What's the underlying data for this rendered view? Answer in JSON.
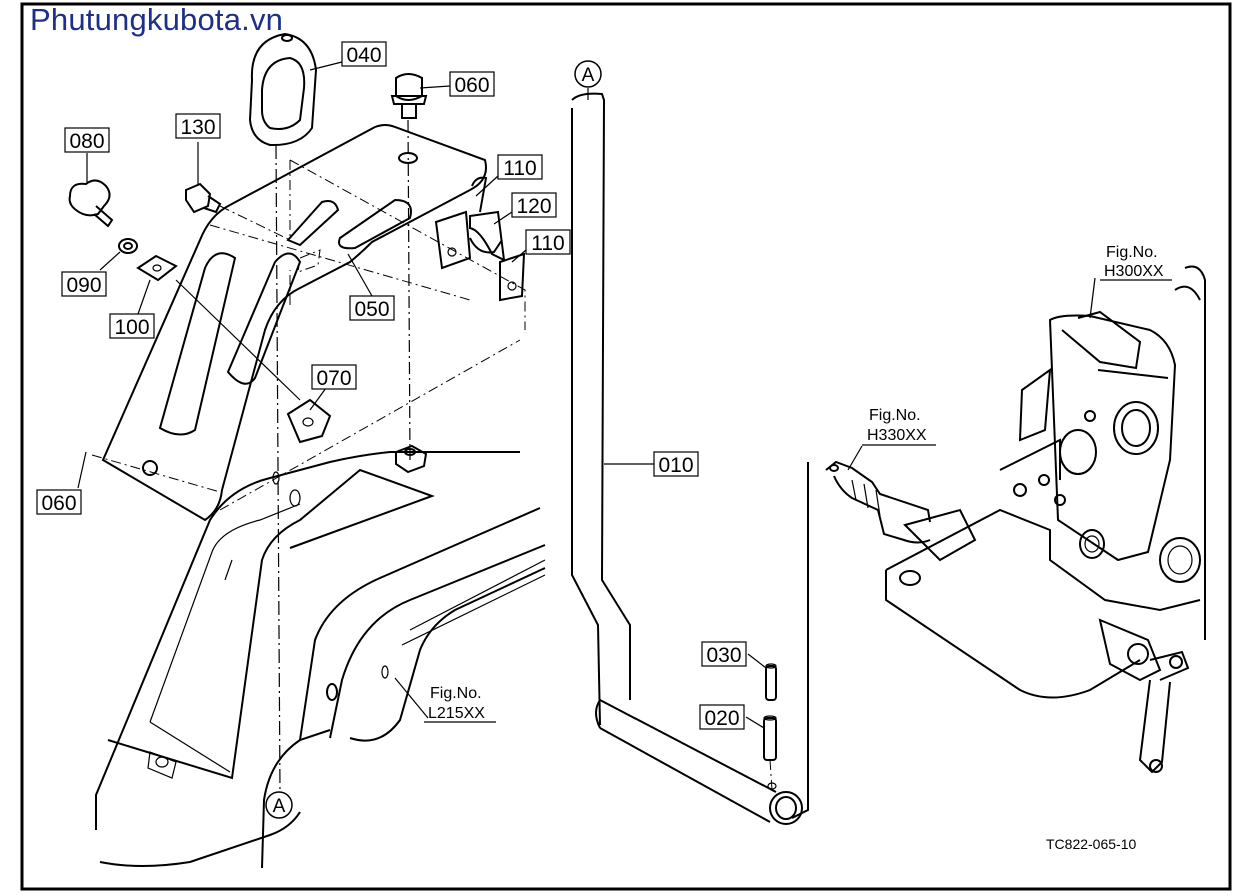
{
  "watermark": "Phutungkubota.vn",
  "drawing_code": "TC822-065-10",
  "part_callouts": {
    "c040": "040",
    "c060_top": "060",
    "c130": "130",
    "c080": "080",
    "c110_top": "110",
    "c120": "120",
    "c110_bottom": "110",
    "c090": "090",
    "c100": "100",
    "c050": "050",
    "c070": "070",
    "c060_left": "060",
    "c010": "010",
    "c030": "030",
    "c020": "020"
  },
  "reference_markers": {
    "a_top": "A",
    "a_bottom": "A"
  },
  "figure_refs": {
    "h300": {
      "label": "Fig.No.",
      "number": "H300XX"
    },
    "h330": {
      "label": "Fig.No.",
      "number": "H330XX"
    },
    "l215": {
      "label": "Fig.No.",
      "number": "L215XX"
    }
  }
}
